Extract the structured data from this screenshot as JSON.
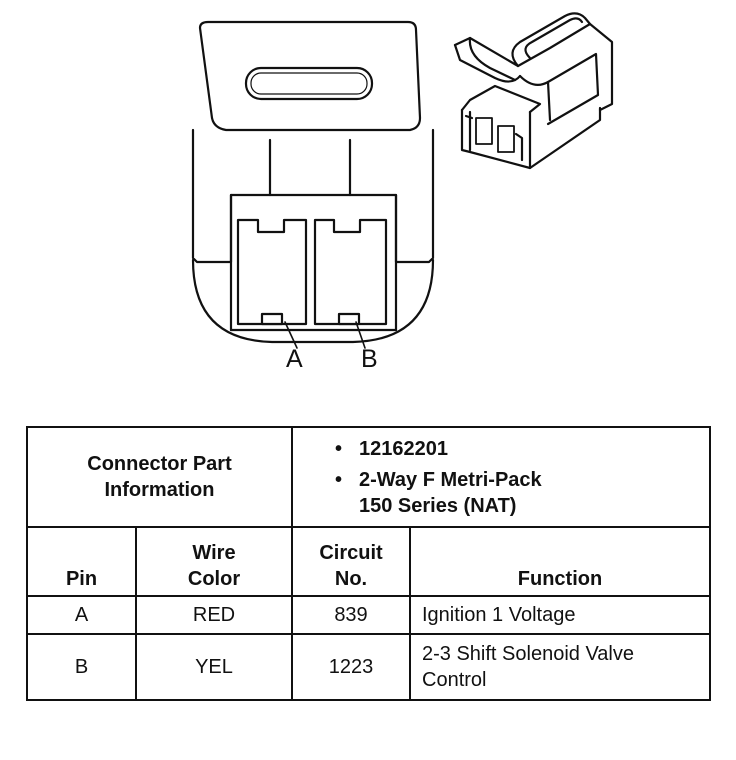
{
  "connector": {
    "pin_labels": [
      "A",
      "B"
    ],
    "part_label_line1": "Connector Part",
    "part_label_line2": "Information",
    "part_number": "12162201",
    "part_desc_line1": "2-Way F Metri-Pack",
    "part_desc_line2": "150 Series (NAT)",
    "bullet": "•"
  },
  "table": {
    "headers": {
      "pin": "Pin",
      "wire_line1": "Wire",
      "wire_line2": "Color",
      "circuit_line1": "Circuit",
      "circuit_line2": "No.",
      "function": "Function"
    },
    "rows": [
      {
        "pin": "A",
        "wire_color": "RED",
        "circuit": "839",
        "function_line1": "Ignition 1 Voltage",
        "function_line2": ""
      },
      {
        "pin": "B",
        "wire_color": "YEL",
        "circuit": "1223",
        "function_line1": "2-3 Shift Solenoid Valve",
        "function_line2": "Control"
      }
    ]
  },
  "colors": {
    "ink": "#111111",
    "background": "#ffffff"
  }
}
